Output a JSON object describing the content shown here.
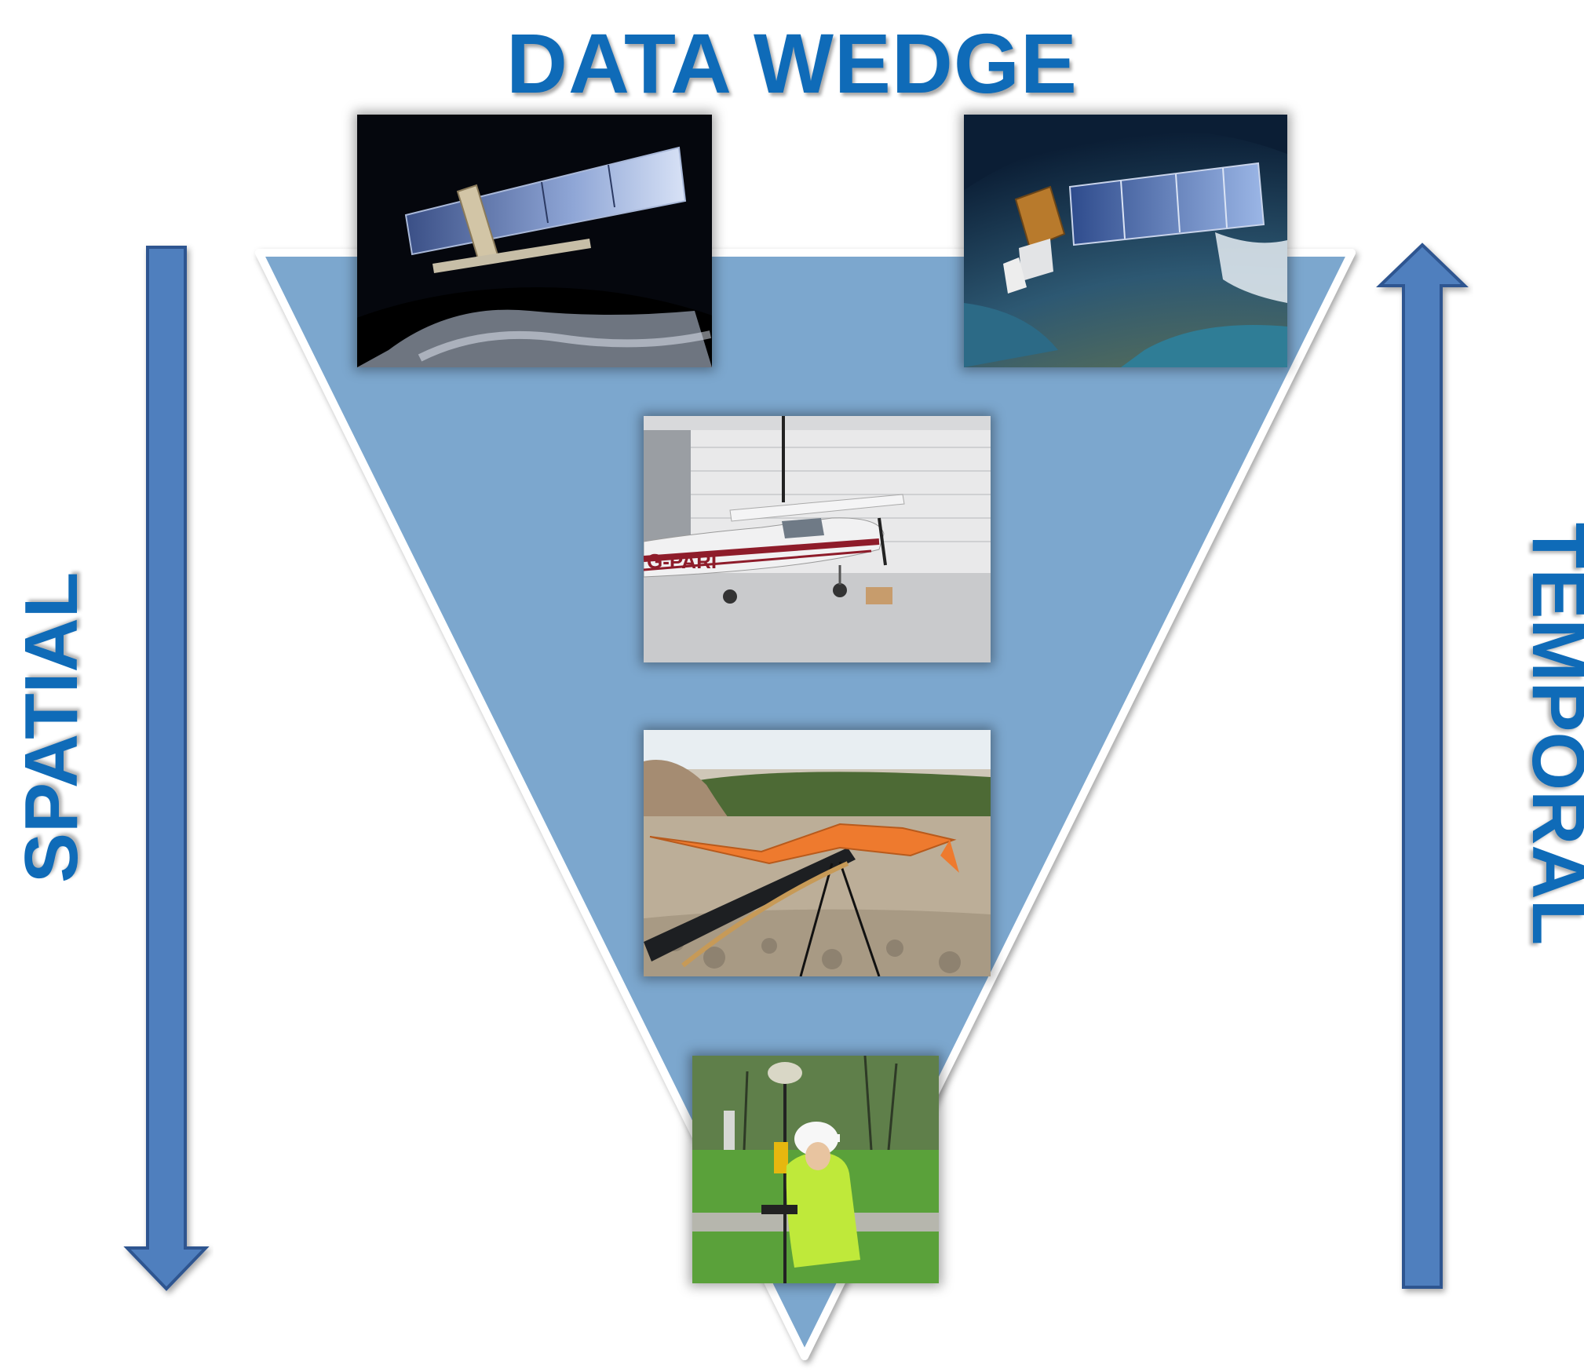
{
  "title": "DATA WEDGE",
  "left_label": "SPATIAL",
  "right_label": "TEMPORAL",
  "aircraft_registration": "G-PARI",
  "colors": {
    "title_text": "#0F6BB8",
    "wedge_fill": "#7BA7CE",
    "wedge_stroke": "#ffffff",
    "arrow_fill": "#4F7FBE",
    "arrow_stroke": "#2E5590"
  },
  "photos": [
    "satellite-radar",
    "satellite-landsat",
    "light-aircraft",
    "fixed-wing-drone",
    "gnss-surveyor"
  ]
}
